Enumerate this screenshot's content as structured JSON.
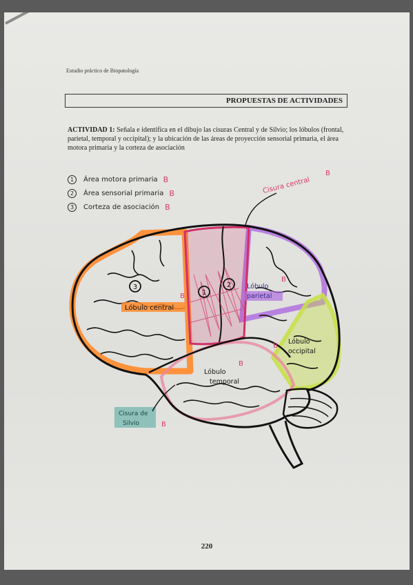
{
  "header": {
    "running_title": "Estudio práctico de Biopatología",
    "section_title": "PROPUESTAS DE ACTIVIDADES"
  },
  "activity": {
    "label": "ACTIVIDAD 1:",
    "text": " Señala e identifica en el dibujo las cisuras Central y de Silvio; los lóbulos (frontal, parietal, temporal y occipital); y la ubicación de las áreas de proyección sensorial primaria, el área motora primaria y la corteza de asociación"
  },
  "legend": [
    {
      "num": "1",
      "label": "Área motora primaria",
      "grade": "B"
    },
    {
      "num": "2",
      "label": "Área sensorial primaria",
      "grade": "B"
    },
    {
      "num": "3",
      "label": "Corteza de asociación",
      "grade": "B"
    }
  ],
  "annotations": {
    "central_fissure": "Cisura central",
    "silvio_fissure_line1": "Cisura de",
    "silvio_fissure_line2": "Silvio",
    "frontal_lobe": "Lóbulo central",
    "parietal_lobe_line1": "Lóbulo",
    "parietal_lobe_line2": "parietal",
    "occipital_lobe_line1": "Lóbulo",
    "occipital_lobe_line2": "occipital",
    "temporal_lobe_line1": "Lóbulo",
    "temporal_lobe_line2": "temporal",
    "grade": "B",
    "marker_1": "1",
    "marker_2": "2",
    "marker_3": "3"
  },
  "colors": {
    "frontal": "#ff8a2a",
    "parietal": "#b070e0",
    "occipital": "#c8e04a",
    "temporal": "#e88aa0",
    "motor_sensory": "#d0306a",
    "silvio": "#4aa89a",
    "grade": "#d63a6a"
  },
  "footer": {
    "page_number": "220"
  }
}
